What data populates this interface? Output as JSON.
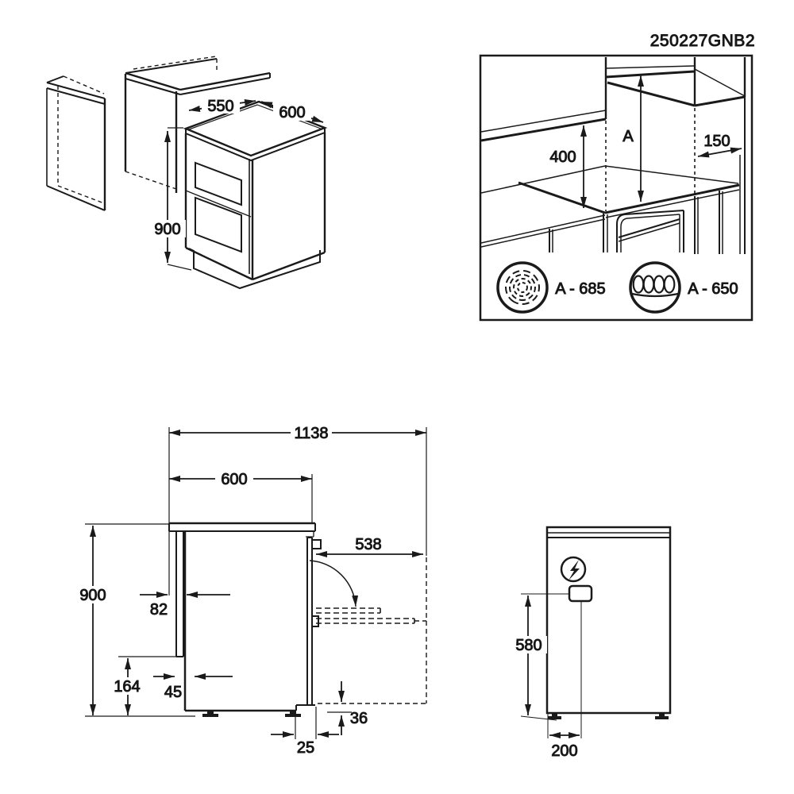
{
  "drawing": {
    "code": "250227GNB2",
    "iso": {
      "depth": "550",
      "width": "600",
      "height": "900"
    },
    "clearance": {
      "above_counter": "400",
      "hood_min": "A",
      "side_gap": "150",
      "legend": [
        {
          "icon": "radiant-hob-icon",
          "label": "A - 685"
        },
        {
          "icon": "induction-hob-icon",
          "label": "A - 650"
        }
      ]
    },
    "side": {
      "depth_door_open": "1138",
      "depth": "600",
      "height": "900",
      "back_gap": "82",
      "rail_height": "164",
      "rail_depth": "45",
      "plinth_recess": "25",
      "plinth_step": "36",
      "door_projection": "538"
    },
    "rear": {
      "supply_height": "580",
      "supply_offset": "200"
    }
  }
}
